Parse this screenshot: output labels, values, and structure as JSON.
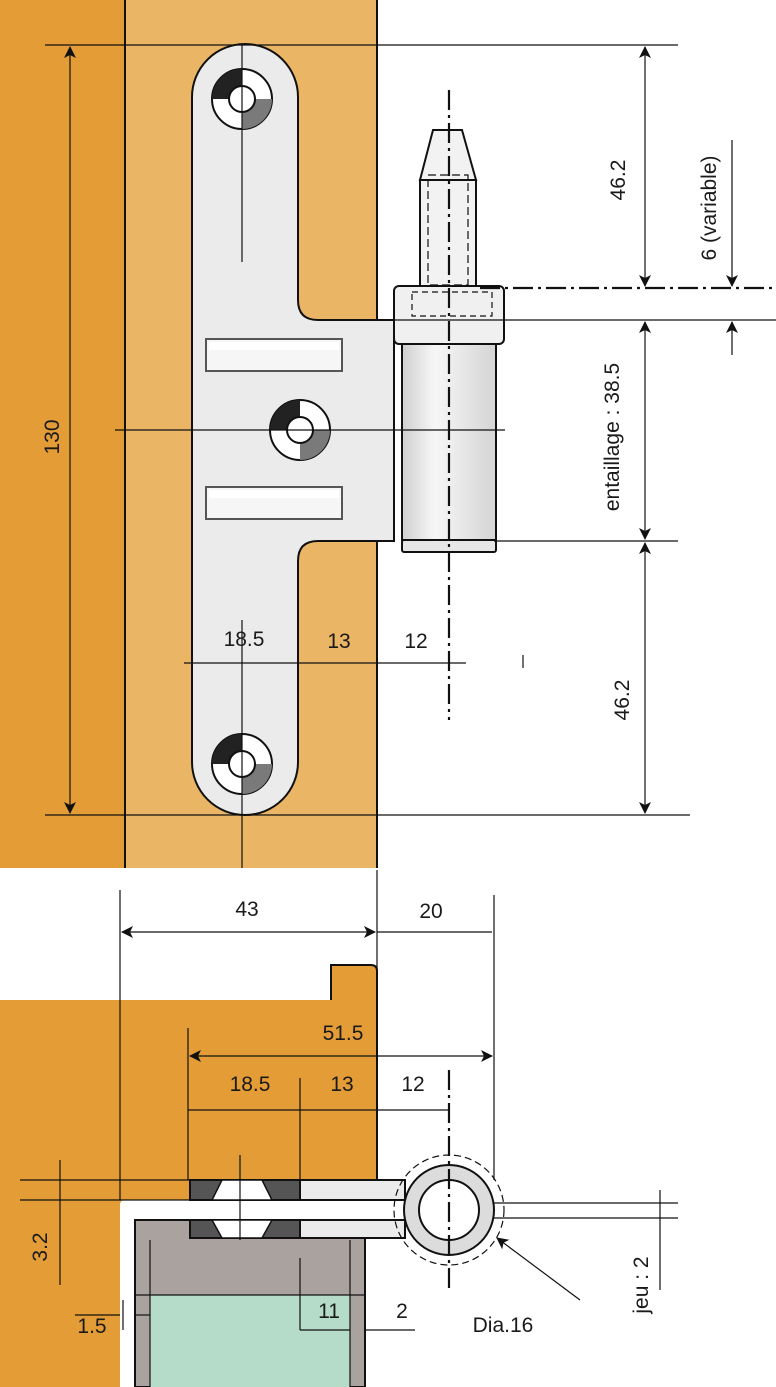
{
  "colors": {
    "wood_dark": "#e49d36",
    "wood_light": "#eab565",
    "plate": "#ebebeb",
    "glass": "#b4dcc8",
    "frame": "#a9a29f"
  },
  "top_view": {
    "height_total": "130",
    "upper_pin": "46.2",
    "pin_variable": "6  (variable)",
    "entaillage": "entaillage : 38.5",
    "lower_pin": "46.2",
    "offset_a": "18.5",
    "offset_b": "13",
    "offset_c": "12"
  },
  "section_view": {
    "width_frame": "43",
    "width_pin": "20",
    "width_total": "51.5",
    "offset_a": "18.5",
    "offset_b": "13",
    "offset_c": "12",
    "thickness": "3.2",
    "rebate": "1.5",
    "gap_glass": "11",
    "gap_frame": "2",
    "play": "jeu : 2",
    "diameter": "Dia.16"
  }
}
